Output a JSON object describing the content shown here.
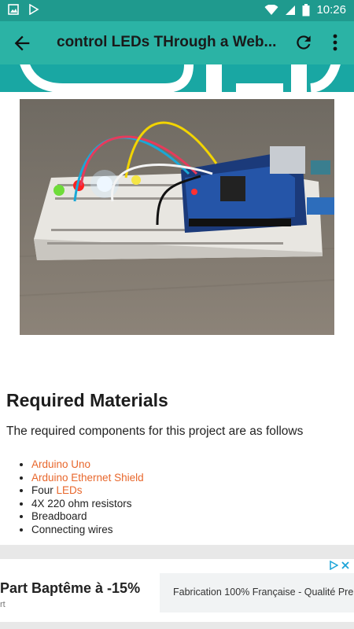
{
  "status_bar": {
    "time": "10:26"
  },
  "app_bar": {
    "title": "control LEDs THrough a Web..."
  },
  "colors": {
    "status_bar": "#1f9a8e",
    "app_bar": "#2bb3a5",
    "link": "#e8672c"
  },
  "article": {
    "heading": "Required Materials",
    "intro": "The required components for this project are as follows",
    "materials": [
      {
        "prefix": "",
        "link": "Arduino Uno"
      },
      {
        "prefix": "",
        "link": "Arduino Ethernet Shield"
      },
      {
        "prefix": "Four ",
        "link": "LEDs"
      },
      {
        "prefix": "4X 220 ohm resistors",
        "link": ""
      },
      {
        "prefix": "Breadboard",
        "link": ""
      },
      {
        "prefix": "Connecting wires",
        "link": ""
      }
    ]
  },
  "ad": {
    "headline": "Part Baptême à -15%",
    "sub": "rt",
    "cta": "Fabrication 100% Française - Qualité Pre"
  }
}
